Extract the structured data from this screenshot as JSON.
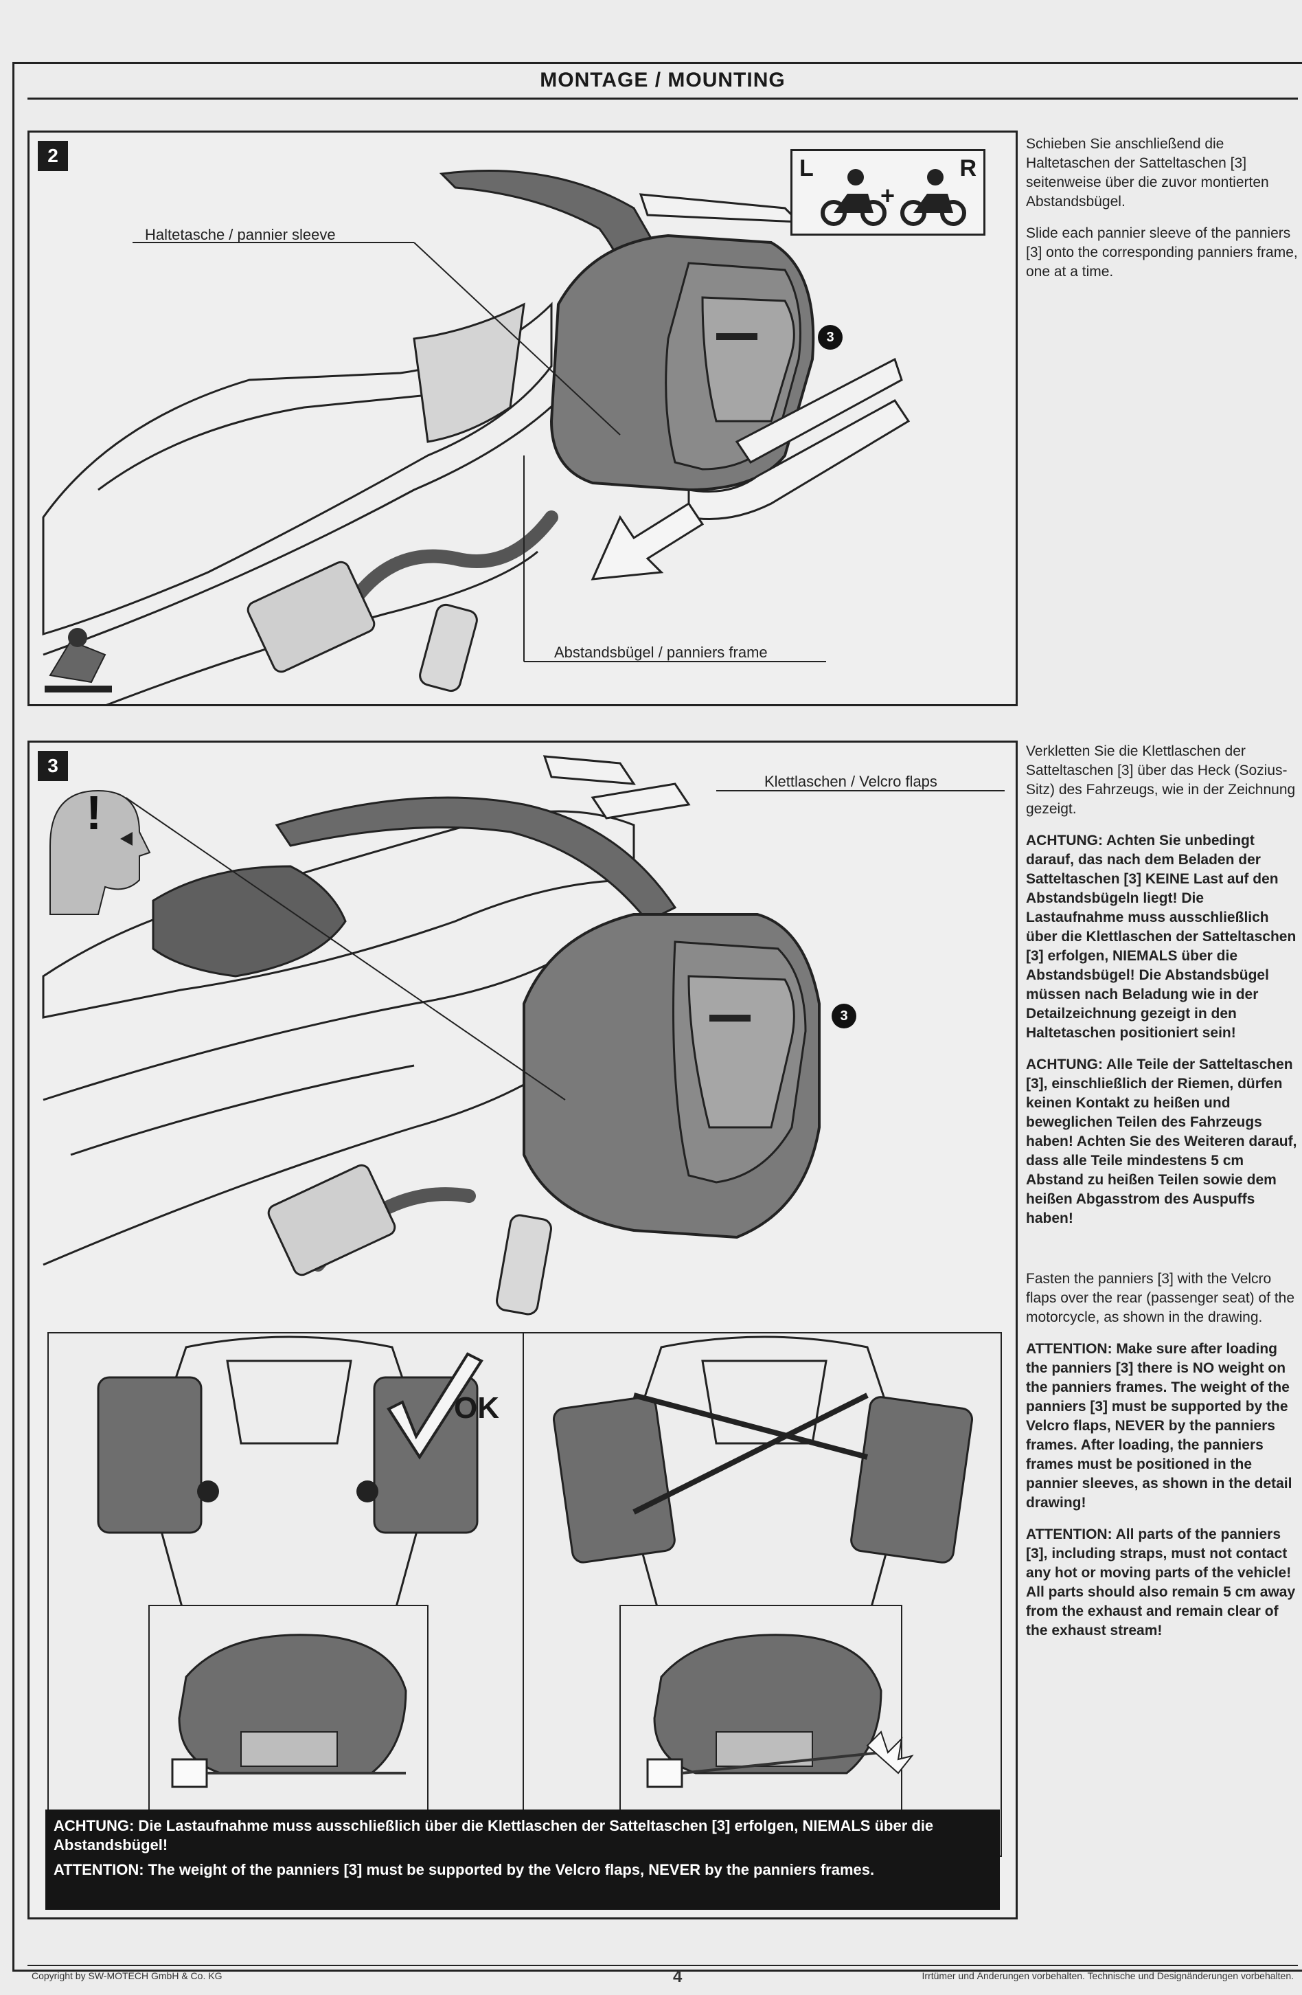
{
  "header": {
    "title": "MONTAGE / MOUNTING"
  },
  "step2": {
    "number": "2",
    "callout_sleeve": "Haltetasche / pannier sleeve",
    "callout_frame": "Abstandsbügel / panniers frame",
    "part_label": "3",
    "pictogram": {
      "left": "L",
      "right": "R",
      "plus": "+"
    },
    "text_de": "Schieben Sie anschließend die Haltetaschen der Satteltaschen [3] seitenweise über die zuvor montierten Abstandsbügel.",
    "text_en": "Slide each pannier sleeve of the panniers [3] onto the corresponding panniers frame, one at a time."
  },
  "step3": {
    "number": "3",
    "callout_velcro": "Klettlaschen / Velcro flaps",
    "part_label": "3",
    "attention_icon": "!",
    "ok_label": "OK",
    "text_de_intro": "Verkletten Sie die Klettlaschen der Satteltaschen [3] über das Heck (Sozius-Sitz) des Fahrzeugs, wie in der Zeichnung gezeigt.",
    "text_de_warn1": "ACHTUNG: Achten Sie unbedingt darauf, das nach dem Beladen der Satteltaschen [3] KEINE Last auf den Abstandsbügeln liegt! Die Lastaufnahme muss ausschließlich über die Klettlaschen der Satteltaschen [3] erfolgen, NIEMALS über die Abstandsbügel! Die Abstandsbügel müssen nach Beladung wie in der Detailzeichnung gezeigt in den Haltetaschen positioniert sein!",
    "text_de_warn2": "ACHTUNG: Alle Teile der Satteltaschen [3], einschließlich der Riemen, dürfen keinen Kontakt zu heißen und beweglichen Teilen des Fahrzeugs haben! Achten Sie des Weiteren darauf, dass alle Teile mindestens 5 cm Abstand zu heißen Teilen sowie dem heißen Abgasstrom des Auspuffs haben!",
    "text_en_intro": "Fasten the panniers [3] with the Velcro flaps over the rear (passenger seat) of the motorcycle, as shown in the drawing.",
    "text_en_warn1": "ATTENTION: Make sure after loading the panniers [3] there is NO weight on the panniers frames. The weight of the panniers [3] must be supported by the Velcro flaps, NEVER by the panniers frames. After loading, the panniers frames must be positioned in the pannier sleeves, as shown in the detail drawing!",
    "text_en_warn2": "ATTENTION: All parts of the panniers [3], including straps, must not contact any hot or moving parts of the vehicle! All parts should also remain 5 cm away from the exhaust and remain clear of the exhaust stream!"
  },
  "warning_bar": {
    "de": "ACHTUNG: Die Lastaufnahme muss ausschließlich über die Klettlaschen der Satteltaschen [3] erfolgen, NIEMALS über die Abstandsbügel!",
    "en": "ATTENTION: The weight of the panniers [3] must be supported by the Velcro flaps, NEVER by the panniers frames."
  },
  "footer": {
    "left": "Copyright by SW-MOTECH GmbH & Co. KG",
    "center": "4",
    "right": "Irrtümer und Änderungen vorbehalten. Technische und Designänderungen vorbehalten."
  }
}
